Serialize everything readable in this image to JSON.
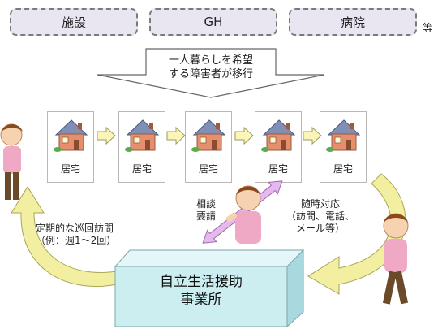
{
  "facilities": [
    {
      "label": "施設"
    },
    {
      "label": "GH"
    },
    {
      "label": "病院"
    }
  ],
  "facilities_suffix": "等",
  "transition": {
    "line1": "一人暮らしを希望",
    "line2": "する障害者が移行"
  },
  "homes": [
    {
      "label": "居宅"
    },
    {
      "label": "居宅"
    },
    {
      "label": "居宅"
    },
    {
      "label": "居宅"
    },
    {
      "label": "居宅"
    }
  ],
  "consult": {
    "line1": "相談",
    "line2": "要請"
  },
  "response": {
    "line1": "随時対応",
    "line2": "（訪問、電話、",
    "line3": "メール等）"
  },
  "patrol": {
    "line1": "定期的な巡回訪問",
    "line2": "（例：週1～2回）"
  },
  "office": {
    "line1": "自立生活援助",
    "line2": "事業所"
  },
  "colors": {
    "facility_fill": "#e9e6f2",
    "arrow_fill": "#fbf6b8",
    "office_fill": "#cdeef1",
    "curve_arrow": "#f2f0a0",
    "consult_arrow": "#e6b8ee"
  }
}
